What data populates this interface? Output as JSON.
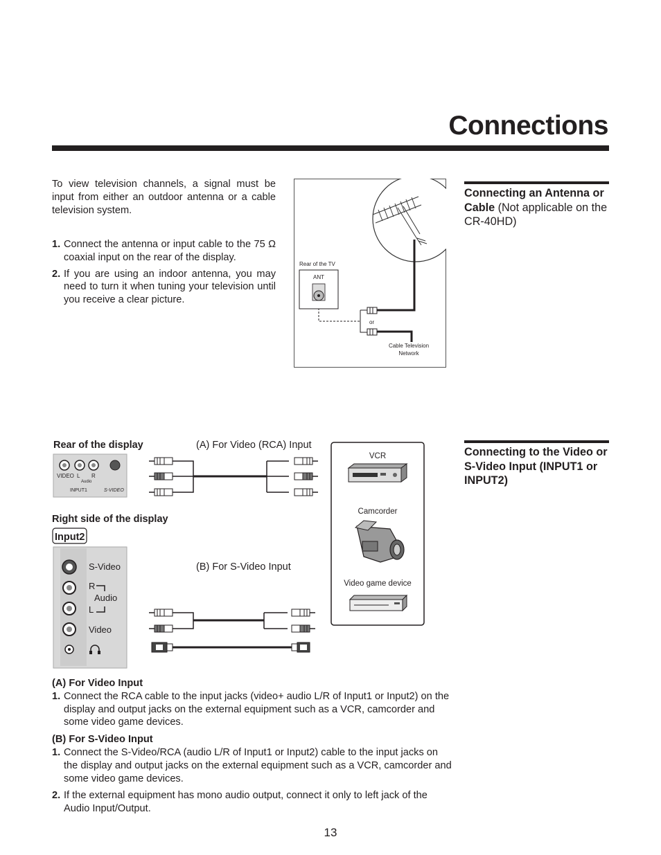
{
  "page": {
    "title": "Connections",
    "page_number": "13"
  },
  "antenna": {
    "intro": "To view television channels, a signal must be input from either an outdoor antenna or a cable television system.",
    "steps": [
      {
        "num": "1.",
        "text": "Connect the antenna or input cable to the 75 Ω coaxial input on the rear of the display."
      },
      {
        "num": "2.",
        "text": "If you are using an indoor antenna, you may need to turn it when tuning your television until you receive a clear picture."
      }
    ],
    "heading_bold": "Connecting an Antenna or Cable",
    "heading_normal": " (Not applicable on the CR-40HD)",
    "diagram": {
      "rear_label": "Rear of the TV",
      "ant_label": "ANT",
      "or_label": "or",
      "cable_label_line1": "Cable Television",
      "cable_label_line2": "Network"
    }
  },
  "video": {
    "heading": "Connecting to the Video or S-Video Input (INPUT1 or INPUT2)",
    "rear_label": "Rear of the display",
    "a_label": "(A) For Video (RCA) Input",
    "b_label": "(B) For S-Video Input",
    "rear_panel": {
      "video": "VIDEO",
      "l": "L",
      "r": "R",
      "audio": "Audio",
      "input1": "INPUT1",
      "svideo": "S-VIDEO"
    },
    "right_side_label": "Right side of the display",
    "input2_label": "Input2",
    "side_panel": {
      "svideo": "S-Video",
      "r": "R",
      "audio": "Audio",
      "l": "L",
      "video": "Video"
    },
    "devices": {
      "vcr": "VCR",
      "camcorder": "Camcorder",
      "game": "Video game device"
    },
    "a_title": "(A) For Video Input",
    "a_steps": [
      {
        "num": "1.",
        "text": "Connect the RCA cable to the input jacks (video+ audio L/R of Input1 or Input2) on the display and output jacks on the external equipment such as a VCR, camcorder and some video game devices."
      }
    ],
    "b_title": "(B) For S-Video Input",
    "b_steps": [
      {
        "num": "1.",
        "text": "Connect the S-Video/RCA (audio L/R of Input1 or Input2) cable to the input jacks on the display and output jacks on the external equipment such as a VCR, camcorder and some video game devices."
      },
      {
        "num": "2.",
        "text": "If the external equipment has mono audio output, connect it only to left jack of the Audio Input/Output."
      }
    ]
  }
}
